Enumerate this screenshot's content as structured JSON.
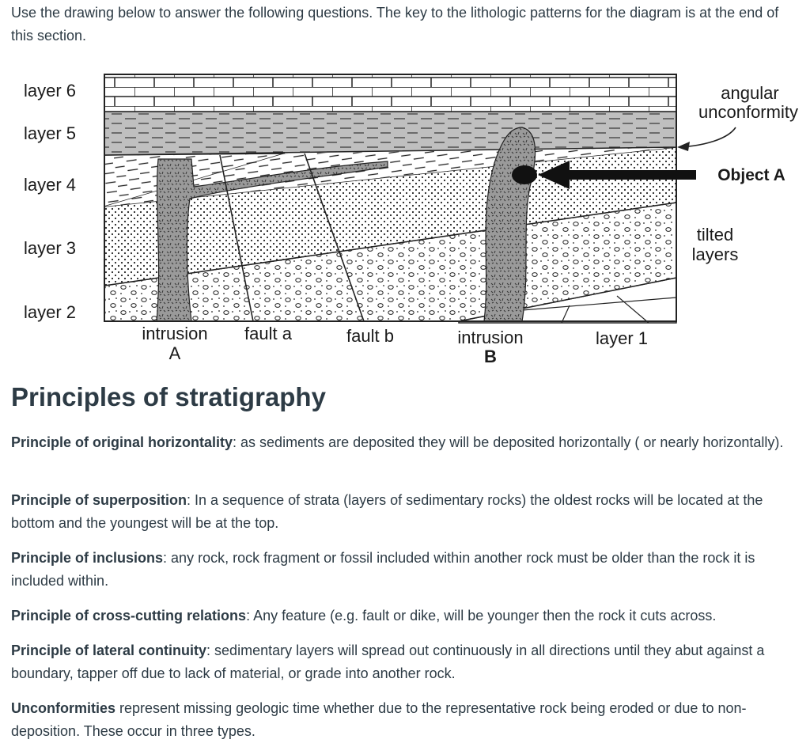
{
  "intro": "Use the drawing below to answer the following questions. The key to the lithologic patterns for the diagram is at the end of this section.",
  "diagram": {
    "layer_labels": [
      "layer 6",
      "layer 5",
      "layer 4",
      "layer 3",
      "layer 2"
    ],
    "right_labels": {
      "angular": "angular",
      "unconformity": "unconformity",
      "object_a": "Object A",
      "tilted": "tilted",
      "layers": "layers"
    },
    "bottom_labels": {
      "intrusion_a_1": "intrusion",
      "intrusion_a_2": "A",
      "fault_a": "fault a",
      "fault_b": "fault b",
      "intrusion_b_1": "intrusion",
      "intrusion_b_2": "B",
      "layer_1": "layer 1"
    }
  },
  "section_title": "Principles of stratigraphy",
  "principles": [
    {
      "term": "Principle of original horizontality",
      "text": ": as sediments are deposited they will be deposited horizontally ( or nearly horizontally)."
    },
    {
      "term": "Principle of superposition",
      "text": ": In a sequence of strata (layers of sedimentary rocks) the oldest rocks will be located at the bottom and the youngest will be at the top."
    },
    {
      "term": "Principle of inclusions",
      "text": ": any rock, rock fragment or fossil included within another rock must be older than the rock it is included within."
    },
    {
      "term": "Principle of cross-cutting relations",
      "text": ": Any feature (e.g. fault or dike, will be younger then the rock it cuts across."
    },
    {
      "term": "Principle of lateral continuity",
      "text": ": sedimentary layers will spread out continuously in all directions until they abut against a boundary, tapper off due to lack of material, or grade into another rock."
    },
    {
      "term": "Unconformities",
      "text": " represent missing geologic time whether due to the representative rock being eroded or due to non-deposition. These occur in three types."
    }
  ]
}
